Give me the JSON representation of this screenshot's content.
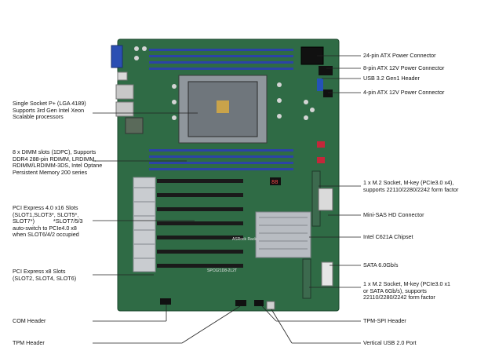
{
  "labels_left": [
    {
      "id": "cpu",
      "lines": [
        "Single Socket P+ (LGA 4189)",
        "Supports 3rd Gen Intel Xeon",
        "Scalable processors"
      ]
    },
    {
      "id": "dimm",
      "lines": [
        "8 x DIMM slots (1DPC), Supports",
        "DDR4 288-pin RDIMM, LRDIMM,",
        "RDIMM/LRDIMM-3DS, Intel Optane",
        "Persistent Memory 200 series"
      ]
    },
    {
      "id": "pcie16",
      "lines": [
        "PCI Express 4.0 x16 Slots",
        "(SLOT1,SLOT3*, SLOT5*,",
        "SLOT7*)            *SLOT7/5/3",
        "auto-switch to PCIe4.0 x8",
        "when SLOT6/4/2 occupied"
      ]
    },
    {
      "id": "pcie8",
      "lines": [
        "PCI Express x8 Slots",
        "(SLOT2, SLOT4, SLOT6)"
      ]
    },
    {
      "id": "com",
      "lines": [
        "COM Header"
      ]
    },
    {
      "id": "tpm",
      "lines": [
        "TPM Header"
      ]
    }
  ],
  "labels_right": [
    {
      "id": "atx24",
      "lines": [
        "24-pin ATX Power Connector"
      ]
    },
    {
      "id": "atx8",
      "lines": [
        "8-pin ATX 12V Power Connector"
      ]
    },
    {
      "id": "usb32",
      "lines": [
        "USB 3.2 Gen1 Header"
      ]
    },
    {
      "id": "atx4",
      "lines": [
        "4-pin ATX 12V Power Connector"
      ]
    },
    {
      "id": "m2a",
      "lines": [
        "1 x M.2 Socket, M-key (PCIe3.0 x4),",
        "supports 22110/2280/2242 form factor"
      ]
    },
    {
      "id": "sas",
      "lines": [
        "Mini-SAS HD Connector"
      ]
    },
    {
      "id": "chipset",
      "lines": [
        "Intel C621A Chipset"
      ]
    },
    {
      "id": "sata",
      "lines": [
        "SATA 6.0Gb/s"
      ]
    },
    {
      "id": "m2b",
      "lines": [
        "1 x M.2 Socket, M-key (PCIe3.0 x1",
        "or SATA 6Gb/s), supports",
        "22110/2280/2242 form factor"
      ]
    },
    {
      "id": "tpmspi",
      "lines": [
        "TPM-SPI Header"
      ]
    },
    {
      "id": "usb20",
      "lines": [
        "Vertical USB 2.0 Port"
      ]
    }
  ],
  "board": {
    "brand": "ASRock Rack",
    "model": "SPC621D8-2L2T",
    "debug": "88"
  },
  "colors": {
    "pcb": "#2f6b45",
    "dimm": "#2c43a6",
    "slot": "#1a1a1a",
    "heatsink": "#b8bcc2",
    "leader": "#222222"
  }
}
